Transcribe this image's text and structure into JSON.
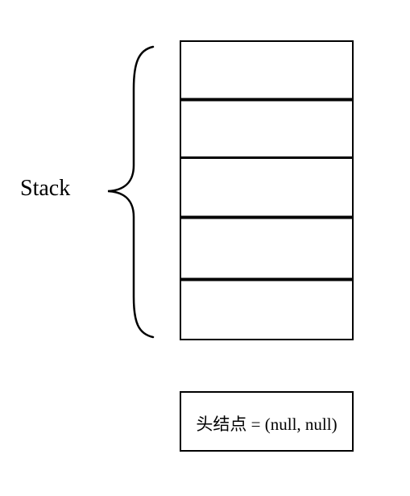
{
  "diagram": {
    "stack_label": "Stack",
    "stack_cell_count": 5,
    "head_node_label": "头结点 = (null, null)"
  },
  "colors": {
    "stroke": "#000000",
    "background": "#ffffff"
  }
}
